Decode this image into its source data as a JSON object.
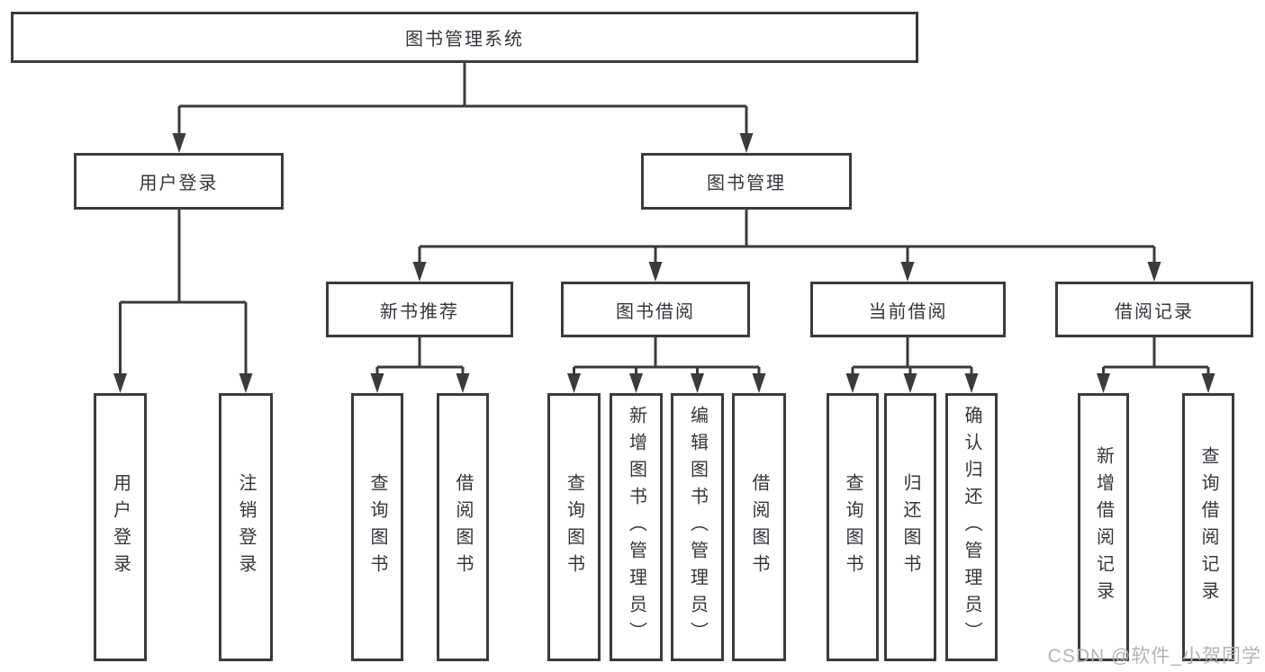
{
  "tree": {
    "root": {
      "label": "图书管理系统",
      "children": [
        {
          "label": "用户登录",
          "children": [
            {
              "label": "用户登录"
            },
            {
              "label": "注销登录"
            }
          ]
        },
        {
          "label": "图书管理",
          "children": [
            {
              "label": "新书推荐",
              "children": [
                {
                  "label": "查询图书"
                },
                {
                  "label": "借阅图书"
                }
              ]
            },
            {
              "label": "图书借阅",
              "children": [
                {
                  "label": "查询图书"
                },
                {
                  "label": "新增图书（管理员）"
                },
                {
                  "label": "编辑图书（管理员）"
                },
                {
                  "label": "借阅图书"
                }
              ]
            },
            {
              "label": "当前借阅",
              "children": [
                {
                  "label": "查询图书"
                },
                {
                  "label": "归还图书"
                },
                {
                  "label": "确认归还（管理员）"
                }
              ]
            },
            {
              "label": "借阅记录",
              "children": [
                {
                  "label": "新增借阅记录"
                },
                {
                  "label": "查询借阅记录"
                }
              ]
            }
          ]
        }
      ]
    }
  },
  "watermark": {
    "text": "CSDN @软件_小贺同学"
  },
  "colors": {
    "stroke": "#3b3b3b",
    "text": "#34363b",
    "watermark": "#b3b3b3",
    "background": "#ffffff"
  }
}
